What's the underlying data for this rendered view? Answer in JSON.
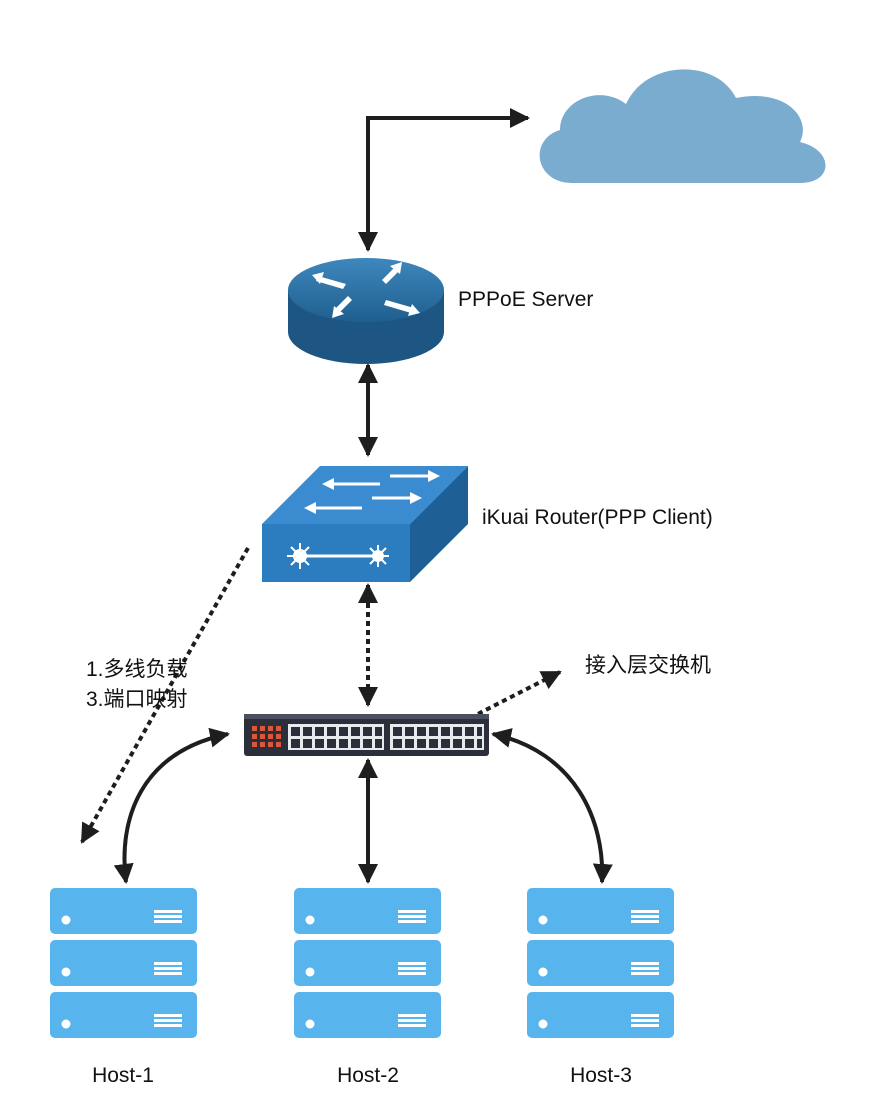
{
  "nodes": {
    "cloud": {
      "icon": "cloud-icon"
    },
    "pppoe_server": {
      "icon": "router-icon",
      "label": "PPPoE Server"
    },
    "ikuai_router": {
      "icon": "switch-l3-icon",
      "label": "iKuai Router(PPP Client)"
    },
    "access_switch": {
      "icon": "switch-rack-icon",
      "label": "接入层交换机"
    },
    "hosts": [
      {
        "icon": "server-stack-icon",
        "label": "Host-1"
      },
      {
        "icon": "server-stack-icon",
        "label": "Host-2"
      },
      {
        "icon": "server-stack-icon",
        "label": "Host-3"
      }
    ]
  },
  "annotations": {
    "line1": "1.多线负载",
    "line2": "3.端口映射"
  },
  "edges": [
    {
      "from": "pppoe_server",
      "to": "cloud",
      "style": "solid",
      "arrows": "both"
    },
    {
      "from": "pppoe_server",
      "to": "ikuai_router",
      "style": "solid",
      "arrows": "both"
    },
    {
      "from": "ikuai_router",
      "to": "access_switch",
      "style": "dashed",
      "arrows": "both"
    },
    {
      "from": "access_switch",
      "to": "host_1",
      "style": "solid",
      "arrows": "both"
    },
    {
      "from": "access_switch",
      "to": "host_2",
      "style": "solid",
      "arrows": "both"
    },
    {
      "from": "access_switch",
      "to": "host_3",
      "style": "solid",
      "arrows": "both"
    },
    {
      "from": "ikuai_router",
      "to": "host_1",
      "style": "dotted",
      "arrows": "end"
    }
  ],
  "colors": {
    "cloud": "#7aacd0",
    "router": "#1f5f8f",
    "router_top": "#2f77ab",
    "switch_front": "#2c7cc0",
    "switch_top": "#3a8bcf",
    "rack_switch": "#2b2f3a",
    "server": "#57b4ec",
    "line": "#1e1e1e"
  }
}
